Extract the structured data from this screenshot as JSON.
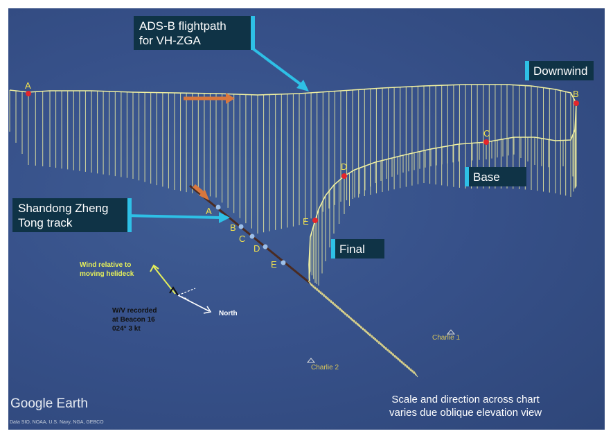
{
  "callouts": {
    "adsb": [
      "ADS-B flightpath",
      "for VH-ZGA"
    ],
    "downwind": "Downwind",
    "base": "Base",
    "final": "Final",
    "ship_track": [
      "Shandong Zheng",
      "Tong track"
    ]
  },
  "flightpath_points": {
    "a": "A",
    "b": "B",
    "c": "C",
    "d": "D",
    "e": "E"
  },
  "ship_points": {
    "a": "A",
    "b": "B",
    "c": "C",
    "d": "D",
    "e": "E"
  },
  "wind": {
    "relative_label": [
      "Wind relative to",
      "moving helideck"
    ],
    "north_label": "North",
    "recorded_label": [
      "W/V recorded",
      "at Beacon 16",
      "024° 3 kt"
    ]
  },
  "places": {
    "charlie1": "Charlie 1",
    "charlie2": "Charlie 2"
  },
  "brand": "Google Earth",
  "credit": "Data SIO, NOAA, U.S. Navy, NGA, GEBCO",
  "note": [
    "Scale and direction across chart",
    "varies due oblique elevation view"
  ],
  "colors": {
    "ocean": "#37518a",
    "callout_bg": "#0f3346",
    "callout_accent": "#2ec0e6",
    "flightpath": "#f2f1a0",
    "point_red": "#e4262b",
    "ship_track": "#4a2b22",
    "ship_point": "#9fc0e8",
    "label_yellow": "#f2e24e",
    "direction_arrow": "#d9773e"
  }
}
